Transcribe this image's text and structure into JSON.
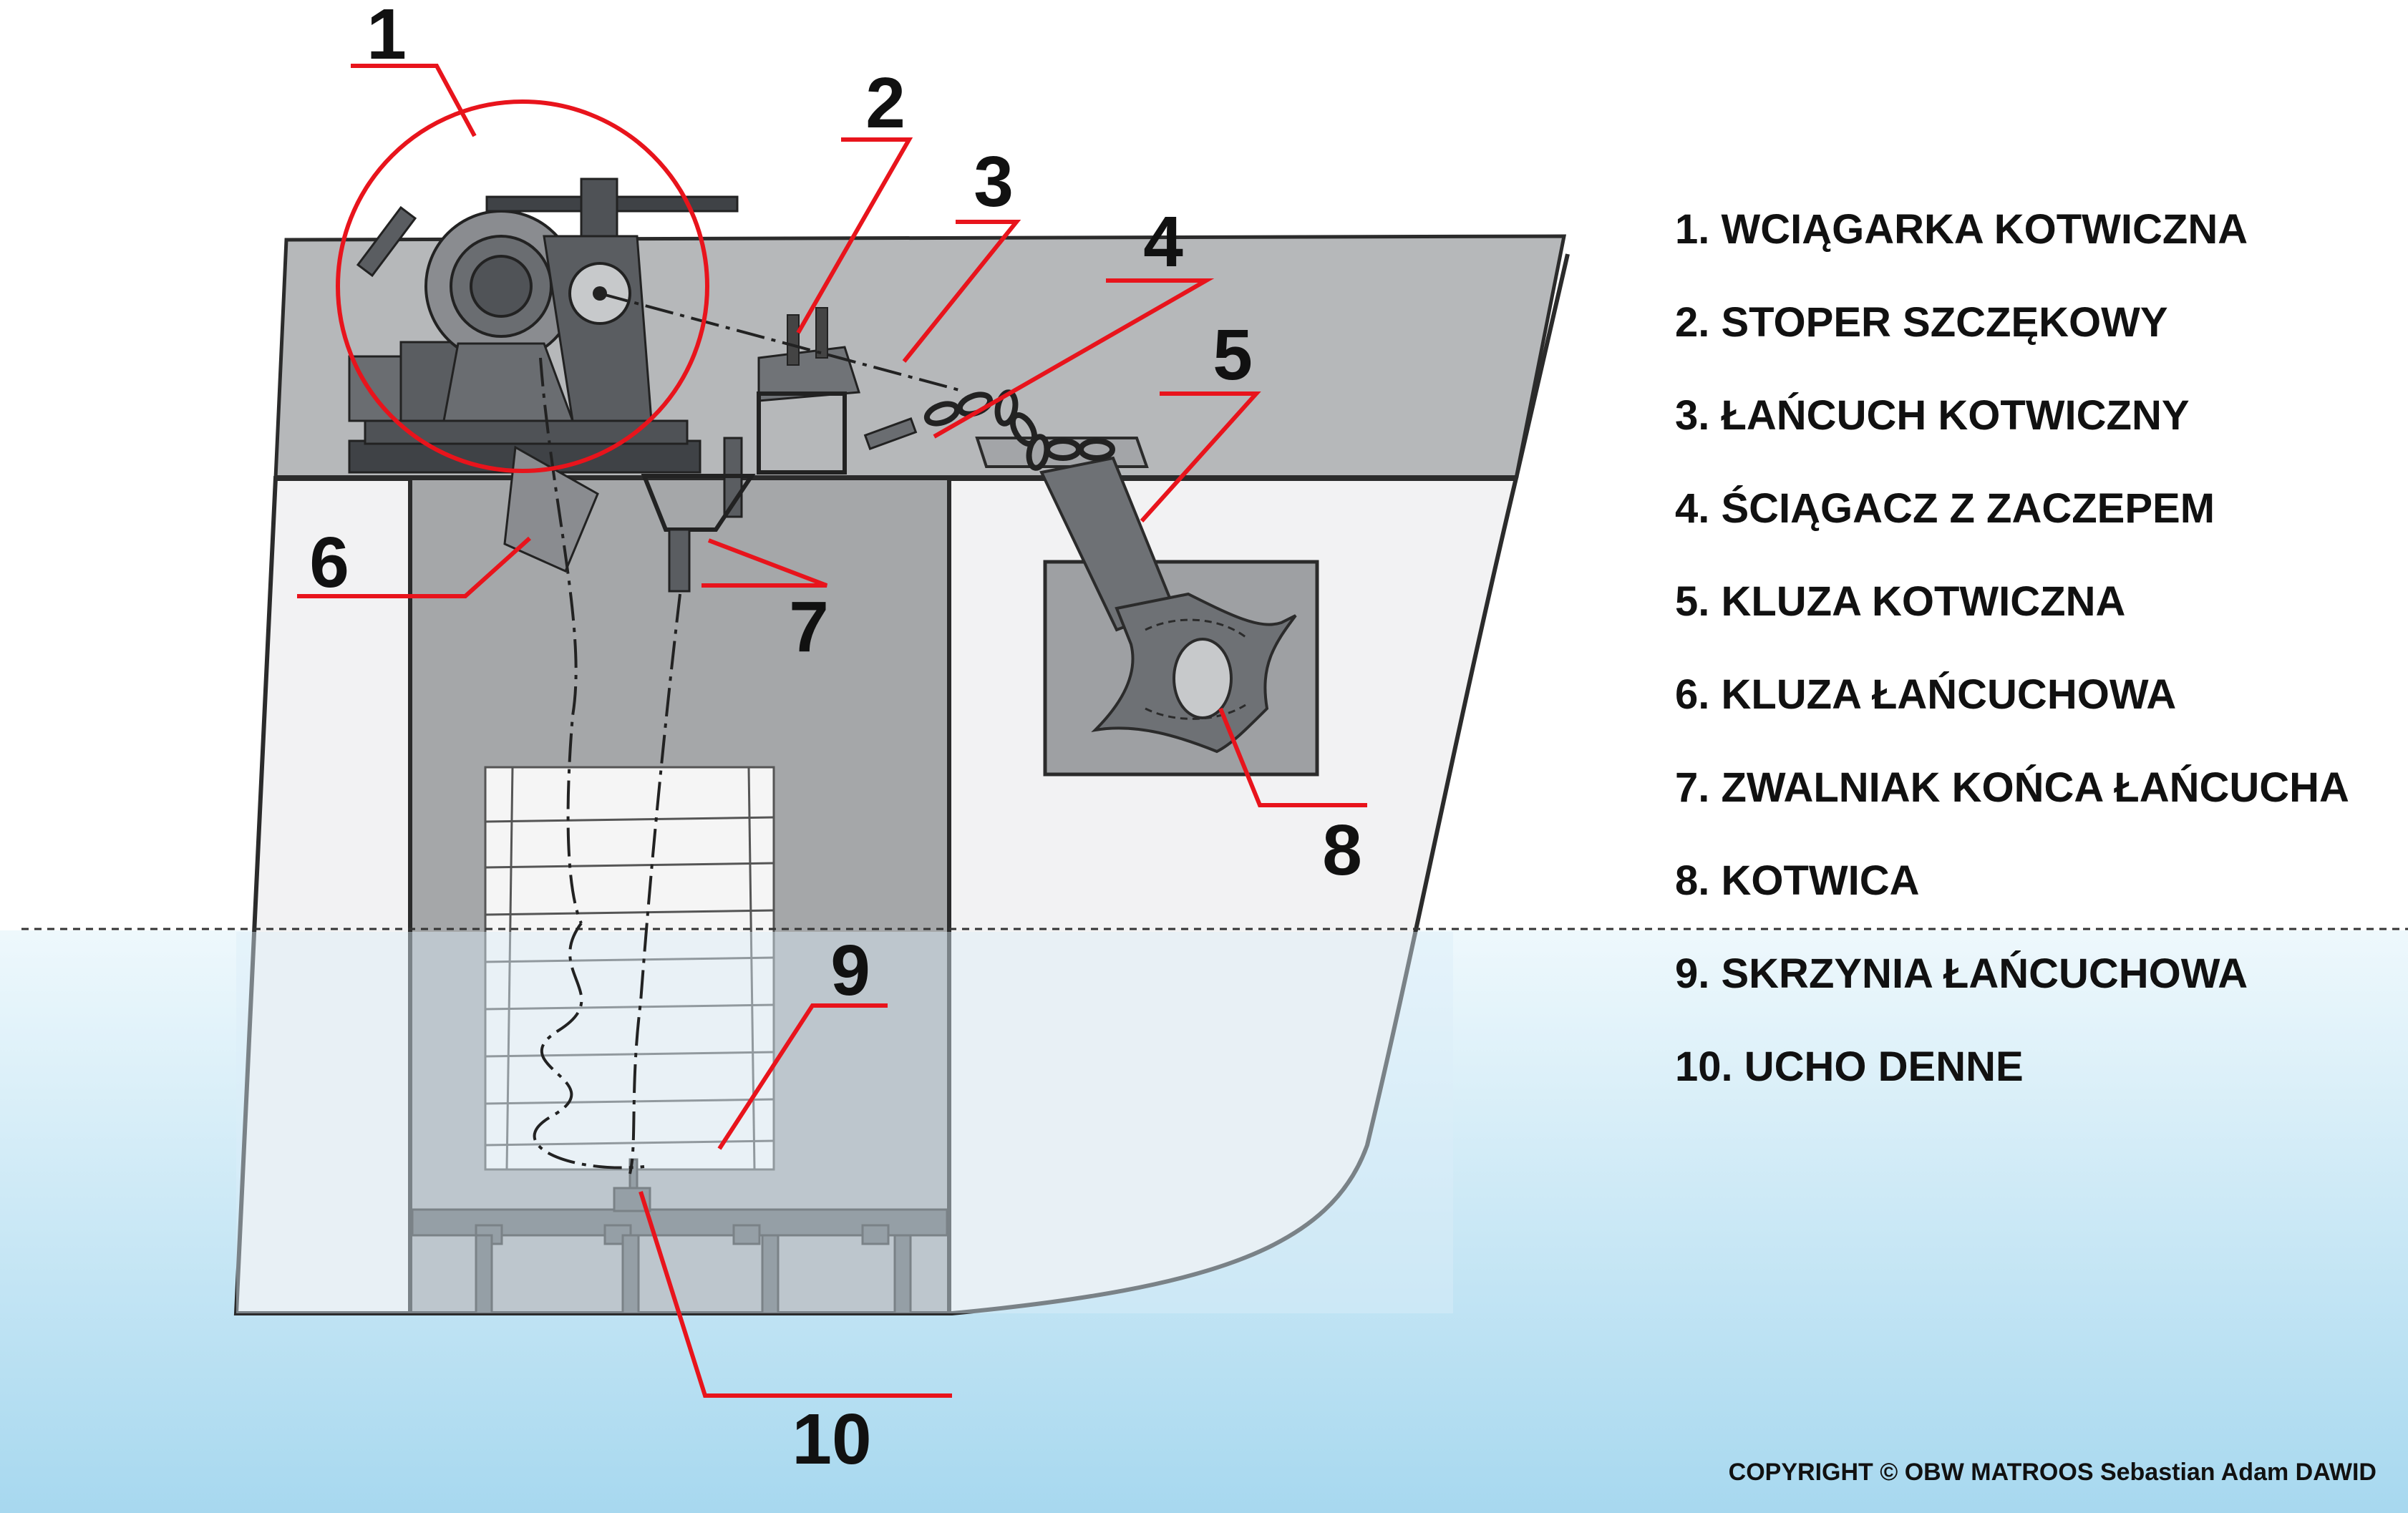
{
  "callouts": [
    "1",
    "2",
    "3",
    "4",
    "5",
    "6",
    "7",
    "8",
    "9",
    "10"
  ],
  "legend": [
    "1. WCIĄGARKA KOTWICZNA",
    "2. STOPER SZCZĘKOWY",
    "3. ŁAŃCUCH KOTWICZNY",
    "4. ŚCIĄGACZ Z ZACZEPEM",
    "5. KLUZA KOTWICZNA",
    "6. KLUZA ŁAŃCUCHOWA",
    "7. ZWALNIAK KOŃCA ŁAŃCUCHA",
    "8. KOTWICA",
    "9. SKRZYNIA ŁAŃCUCHOWA",
    "10. UCHO DENNE"
  ],
  "copyright": "COPYRIGHT © OBW MATROOS Sebastian Adam DAWID",
  "colors": {
    "callout_red": "#e8141c",
    "deck_grey": "#b6b8ba",
    "hull_white": "#f2f2f3",
    "locker_grey": "#a5a7a9",
    "machinery": "#626569",
    "water_top": "#e9f5fb",
    "water_bottom": "#a7d8ef"
  }
}
